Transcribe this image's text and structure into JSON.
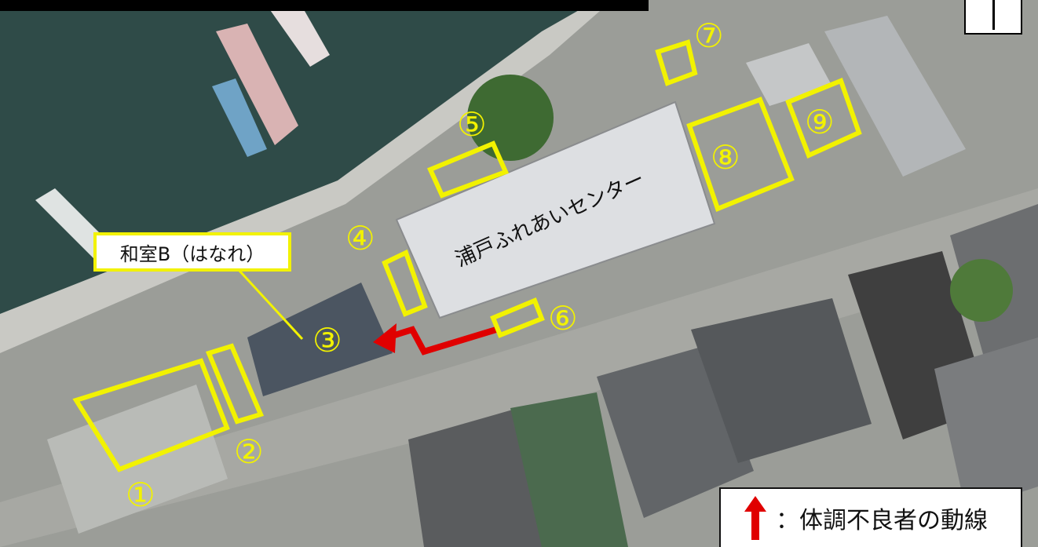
{
  "map": {
    "building_label": "浦戸ふれあいセンター",
    "callout_label": "和室B（はなれ）",
    "legend_text": "：体調不良者の動線",
    "colors": {
      "marker": "#f2f200",
      "route": "#e00000",
      "water": "#2f4b48"
    },
    "markers": [
      {
        "id": "1",
        "glyph": "①"
      },
      {
        "id": "2",
        "glyph": "②"
      },
      {
        "id": "3",
        "glyph": "③"
      },
      {
        "id": "4",
        "glyph": "④"
      },
      {
        "id": "5",
        "glyph": "⑤"
      },
      {
        "id": "6",
        "glyph": "⑥"
      },
      {
        "id": "7",
        "glyph": "⑦"
      },
      {
        "id": "8",
        "glyph": "⑧"
      },
      {
        "id": "9",
        "glyph": "⑨"
      }
    ]
  }
}
